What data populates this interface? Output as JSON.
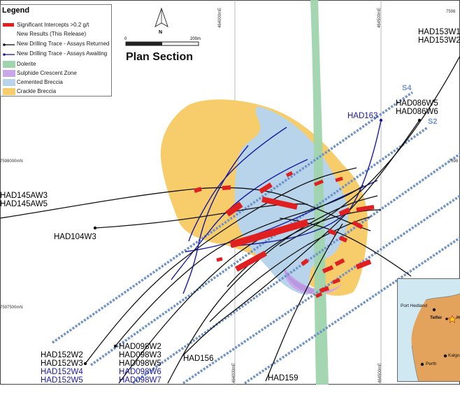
{
  "legend": {
    "title": "Legend",
    "items": [
      {
        "label": "Significant Intercepts >0.2 g/t",
        "symbol": "red-bar"
      },
      {
        "label": "New Results (This Release)",
        "symbol": "none"
      },
      {
        "label": "New Drilling Trace - Assays Returned",
        "symbol": "black-line"
      },
      {
        "label": "New Drilling Trace - Assays Awaiting",
        "symbol": "blue-line"
      },
      {
        "label": "Dolerite",
        "symbol": "green-box"
      },
      {
        "label": "Sulphide Crescent Zone",
        "symbol": "purple-box"
      },
      {
        "label": "Cemented Breccia",
        "symbol": "lightblue-box"
      },
      {
        "label": "Crackle Breccia",
        "symbol": "yellow-box"
      }
    ]
  },
  "map_title": "Plan Section",
  "north_label": "N",
  "scale": {
    "start": "0",
    "end": "200m"
  },
  "colors": {
    "intercept": "#e02020",
    "returned": "#111111",
    "awaiting": "#1a1aa0",
    "dolerite": "#9fd4ad",
    "sulphide": "#c8a8e8",
    "cemented": "#b8d4ea",
    "crackle": "#f7cd6b",
    "section_line": "#6f92c9"
  },
  "grid_labels": {
    "e1": "464000mE",
    "e2": "464500mE",
    "n_left_1": "7598000mN",
    "n_left_2": "7597500mN",
    "n_right_top": "7598",
    "n_right_mid": "7598"
  },
  "sections": {
    "s4": "S4",
    "s2": "S2"
  },
  "holes": {
    "had153_1": "HAD153W1",
    "had153_2": "HAD153W2",
    "had086w5": "HAD086W5",
    "had086w6": "HAD086W6",
    "had163": "HAD163",
    "had145aw3": "HAD145AW3",
    "had145aw5": "HAD145AW5",
    "had104w3": "HAD104W3",
    "had152w2": "HAD152W2",
    "had152w3": "HAD152W3",
    "had152w4": "HAD152W4",
    "had152w5": "HAD152W5",
    "had098w2": "HAD098W2",
    "had098w3": "HAD098W3",
    "had098w5": "HAD098W5",
    "had098w6": "HAD098W6",
    "had098w7": "HAD098W7",
    "had156": "HAD156",
    "had159": "HAD159"
  },
  "inset": {
    "port_hedland": "Port Hedland",
    "telfer": "Telfer",
    "havieron": "Ha",
    "perth": "Perth",
    "kalgoorlie": "Kalgo"
  }
}
